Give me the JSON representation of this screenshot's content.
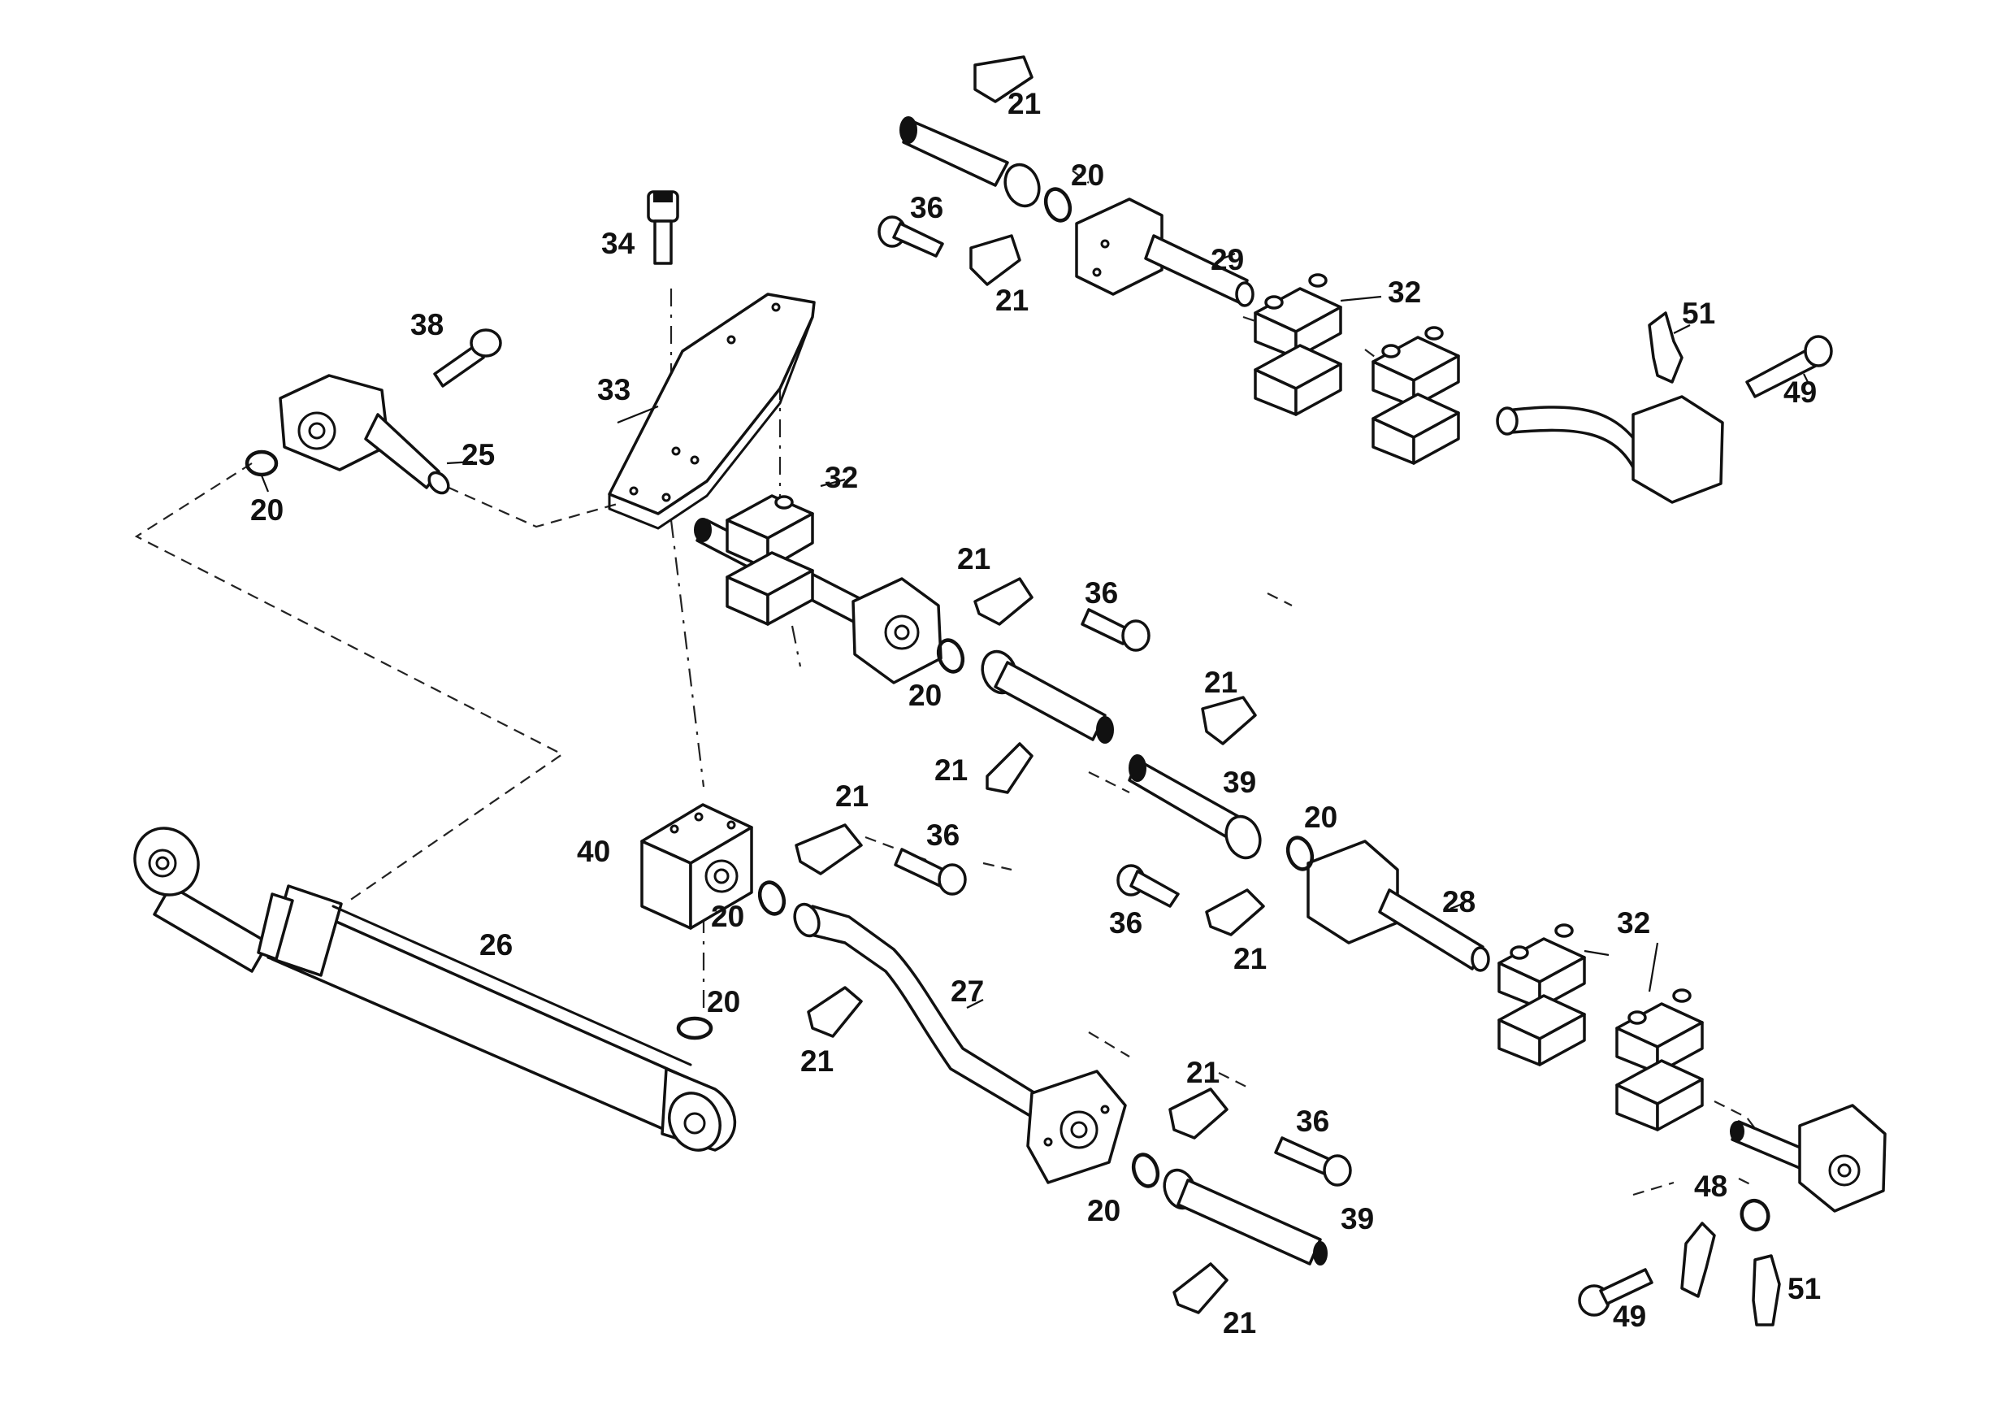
{
  "callouts": {
    "c21a": "21",
    "c20a": "20",
    "c36a": "36",
    "c21b": "21",
    "c29": "29",
    "c32a": "32",
    "c51a": "51",
    "c49a": "49",
    "c34": "34",
    "c38": "38",
    "c33": "33",
    "c25": "25",
    "c20b": "20",
    "c32b": "32",
    "c21c": "21",
    "c36b": "36",
    "c20c": "20",
    "c21d": "21",
    "c21e": "21",
    "c39a": "39",
    "c20d": "20",
    "c40": "40",
    "c21f": "21",
    "c36c": "36",
    "c36d": "36",
    "c21g": "21",
    "c28": "28",
    "c32c": "32",
    "c20e": "20",
    "c26": "26",
    "c20f": "20",
    "c27": "27",
    "c21h": "21",
    "c21i": "21",
    "c36e": "36",
    "c20g": "20",
    "c39b": "39",
    "c21j": "21",
    "c48": "48",
    "c51b": "51",
    "c49b": "49"
  }
}
